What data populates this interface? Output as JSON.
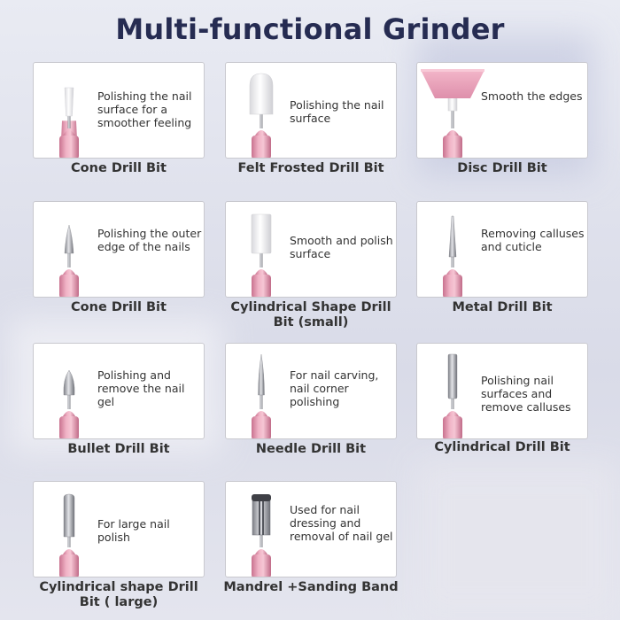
{
  "title": "Multi-functional Grinder",
  "colors": {
    "title": "#262c52",
    "handle_pink": "#e8a3b8",
    "card_border": "#c9c9cf",
    "text": "#333333"
  },
  "items": [
    {
      "name": "Cone Drill Bit",
      "description": "Polishing the nail surface for a smoother feeling",
      "icon": "cone-white-bit-icon"
    },
    {
      "name": "Felt Frosted Drill Bit",
      "description": "Polishing the nail surface",
      "icon": "felt-bit-icon"
    },
    {
      "name": "Disc Drill Bit",
      "description": "Smooth the edges",
      "icon": "disc-bit-icon"
    },
    {
      "name": "Cone Drill Bit",
      "description": "Polishing the outer edge of the nails",
      "icon": "cone-metal-bit-icon"
    },
    {
      "name": "Cylindrical Shape Drill Bit (small)",
      "description": "Smooth and polish surface",
      "icon": "cylinder-white-bit-icon"
    },
    {
      "name": "Metal Drill Bit",
      "description": "Removing calluses and cuticle",
      "icon": "metal-taper-bit-icon"
    },
    {
      "name": "Bullet Drill Bit",
      "description": "Polishing and remove the nail gel",
      "icon": "bullet-bit-icon"
    },
    {
      "name": "Needle Drill Bit",
      "description": "For nail carving, nail corner polishing",
      "icon": "needle-bit-icon"
    },
    {
      "name": "Cylindrical Drill Bit",
      "description": "Polishing nail surfaces and remove calluses",
      "icon": "cylinder-metal-bit-icon"
    },
    {
      "name": "Cylindrical shape Drill Bit ( large)",
      "description": "For large nail polish",
      "icon": "cylinder-large-bit-icon"
    },
    {
      "name": "Mandrel +Sanding Band",
      "description": "Used for nail dressing and removal of nail gel",
      "icon": "mandrel-bit-icon"
    }
  ]
}
